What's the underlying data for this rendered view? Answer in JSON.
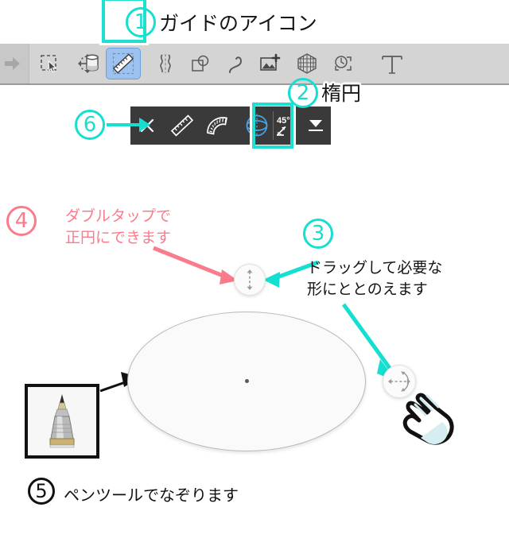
{
  "app_toolbar": {
    "name": "drawing-app-toolbar",
    "background_color": "#d4d4d4",
    "items": [
      {
        "icon": "arrow-right-icon",
        "label": "送る"
      },
      {
        "icon": "selection-lasso-icon",
        "label": "選択"
      },
      {
        "icon": "move-transform-icon",
        "label": "移動"
      },
      {
        "icon": "bucket-fill-icon",
        "label": "塗りつぶし"
      },
      {
        "icon": "ruler-guide-icon",
        "label": "ガイド",
        "selected": true,
        "selected_color": "#9cc2f0"
      },
      {
        "icon": "symmetry-icon",
        "label": "対称"
      },
      {
        "icon": "shape-boolean-icon",
        "label": "図形"
      },
      {
        "icon": "curve-icon",
        "label": "曲線"
      },
      {
        "icon": "add-image-icon",
        "label": "画像追加"
      },
      {
        "icon": "perspective-grid-icon",
        "label": "パース"
      },
      {
        "icon": "history-frame-icon",
        "label": "履歴"
      },
      {
        "icon": "text-tool-icon",
        "label": "T"
      }
    ]
  },
  "guide_bar": {
    "name": "guide-options-bar",
    "background_color": "#3a3a3a",
    "items": [
      {
        "icon": "close-x-icon",
        "label": "閉じる"
      },
      {
        "icon": "ruler-icon",
        "label": "定規"
      },
      {
        "icon": "protractor-icon",
        "label": "分度器"
      },
      {
        "icon": "ellipse-guide-icon",
        "label": "楕円",
        "selected": true,
        "selected_color": "#4aa3e8"
      },
      {
        "icon": "angle-snap-icon",
        "label": "45°"
      },
      {
        "icon": "caret-down-icon",
        "label": "メニュー"
      }
    ],
    "angle_value": "45°"
  },
  "highlights": {
    "color": "#14dfd1",
    "guide_tool_box": "guide-tool-highlight",
    "ellipse_tool_box": "ellipse-tool-highlight"
  },
  "steps": [
    {
      "number": "①",
      "digit": "1",
      "color": "#14dfd1"
    },
    {
      "number": "②",
      "digit": "2",
      "color": "#14dfd1"
    },
    {
      "number": "③",
      "digit": "3",
      "color": "#14dfd1"
    },
    {
      "number": "④",
      "digit": "4",
      "color": "#fa7b8c"
    },
    {
      "number": "⑤",
      "digit": "5",
      "color": "#111111"
    },
    {
      "number": "⑥",
      "digit": "6",
      "color": "#14dfd1"
    }
  ],
  "labels": {
    "guide_icon": "ガイドのアイコン",
    "ellipse": "楕円",
    "drag_to_shape": "ドラッグして必要な\n形にととのえます",
    "double_tap": "ダブルタップで\n正円にできます",
    "pen_trace": "ペンツールでなぞります"
  },
  "canvas": {
    "shape": "ellipse-guide-shape",
    "fill": "#fafafa",
    "stroke": "#b8b8b8",
    "center_dot": "ellipse-center-point",
    "handles": [
      {
        "name": "vertical-resize-handle",
        "icon": "vertical-double-arrow-icon"
      },
      {
        "name": "horizontal-resize-handle",
        "icon": "horizontal-double-arrow-rotate-icon"
      }
    ],
    "cursor": "hand-pointer-cursor"
  },
  "pen_thumbnail": {
    "name": "pen-tool-thumbnail",
    "icon": "pencil-pen-icon",
    "border_color": "#111111"
  },
  "arrows": {
    "teal": "#14dfd1",
    "pink": "#fa7b8c",
    "black": "#111111"
  }
}
